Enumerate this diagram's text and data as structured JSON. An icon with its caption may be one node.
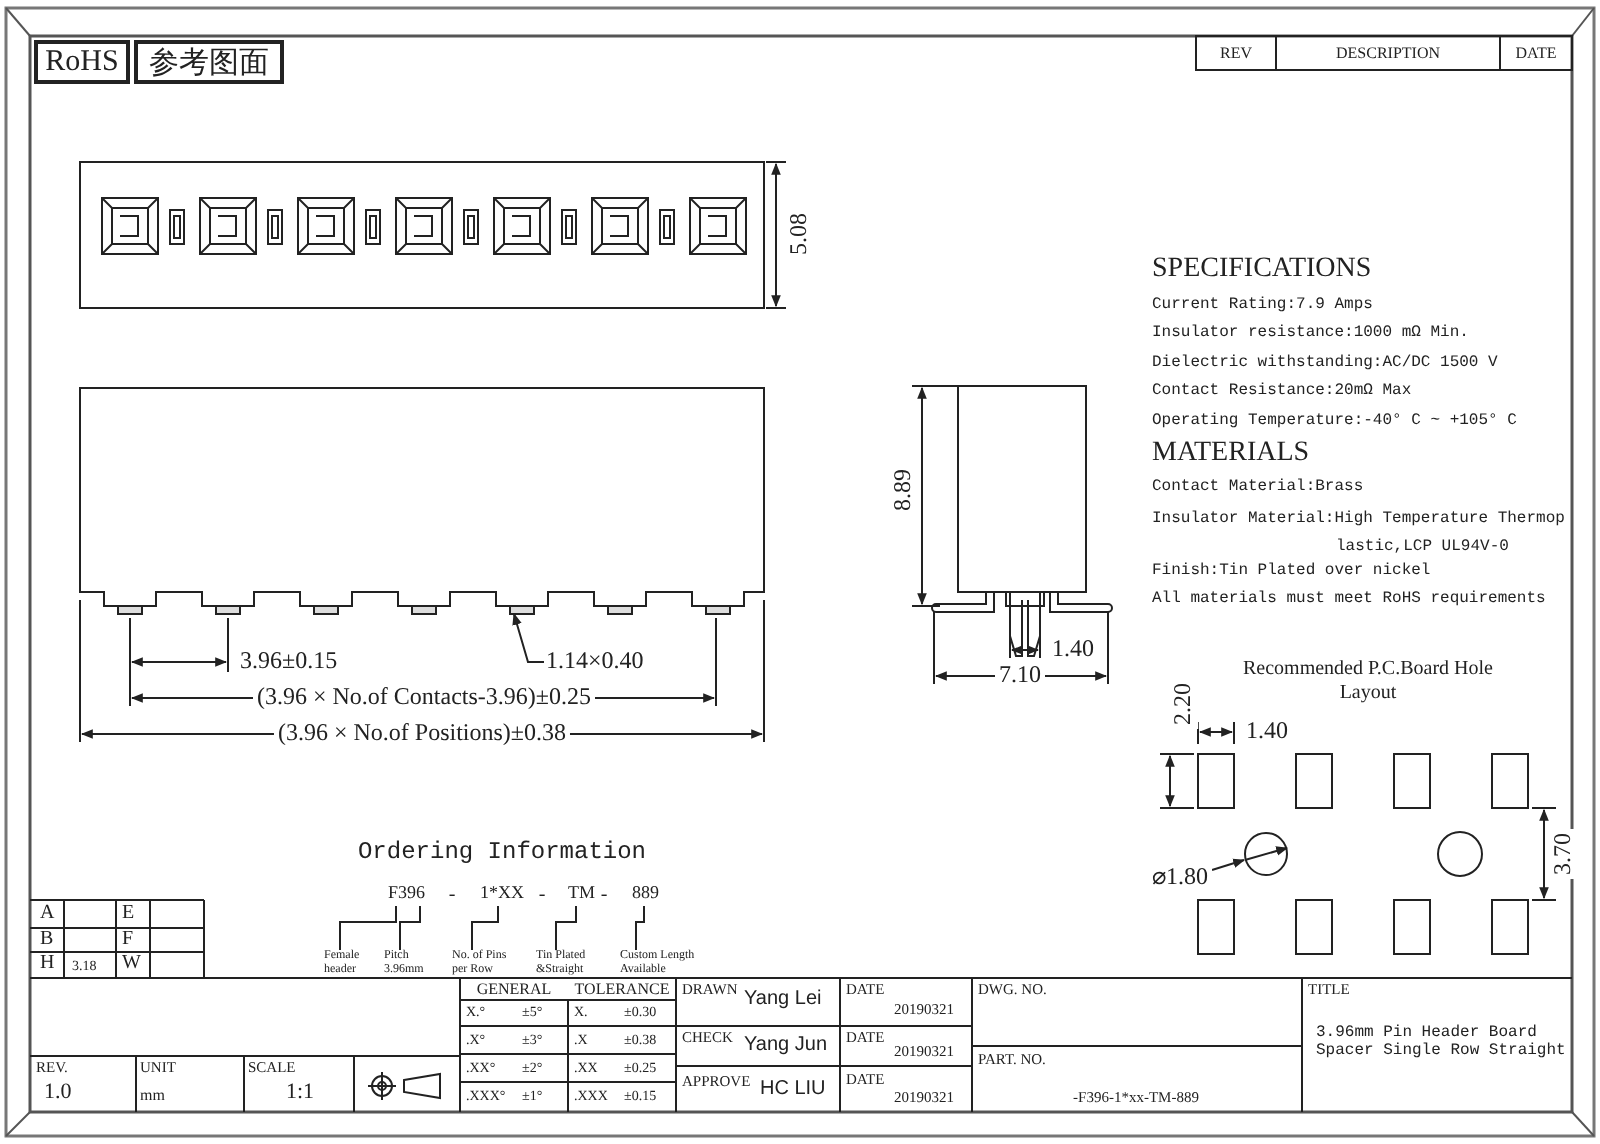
{
  "diagram": {
    "nodes": [
      {
        "text": [
          "1.14×0.40"
        ]
      },
      {
        "text": [
          "F396"
        ]
      },
      {
        "text": [
          "1*XX"
        ]
      },
      {
        "text": [
          "TM"
        ]
      },
      {
        "text": [
          "889"
        ]
      },
      {
        "text": [
          "Female header"
        ]
      },
      {
        "text": [
          "Pitch 3.96mm"
        ]
      },
      {
        "text": [
          "No. of Pins per Row"
        ]
      },
      {
        "text": [
          "Tin Plated &Straight"
        ]
      },
      {
        "text": [
          "Custom Length Available"
        ]
      },
      {
        "text": [
          "⌀1.80"
        ]
      },
      {
        "text": [],
        "shape": "circle"
      }
    ],
    "edges": [
      {
        "from": 0,
        "to": null,
        "arrow": "to"
      },
      {
        "from": 1,
        "to": 5,
        "arrow": "none"
      },
      {
        "from": 1,
        "to": 6,
        "arrow": "none"
      },
      {
        "from": 2,
        "to": 7,
        "arrow": "none"
      },
      {
        "from": 3,
        "to": 8,
        "arrow": "none"
      },
      {
        "from": 4,
        "to": 9,
        "arrow": "none"
      },
      {
        "from": 10,
        "to": 11,
        "arrow": "to"
      }
    ],
    "labels": [
      "RoHS",
      "参考图面",
      "REV",
      "DESCRIPTION",
      "DATE",
      "5.08",
      "SPECIFICATIONS",
      "Current Rating:7.9 Amps",
      "Insulator resistance:1000 mΩ Min.",
      "Dielectric withstanding:AC/DC 1500 V",
      "Contact Resistance:20mΩ Max",
      "Operating Temperature:-40° C ~ +105° C",
      "MATERIALS",
      "Contact Material:Brass",
      "Insulator Material:High Temperature Thermop lastic,LCP UL94V-0",
      "Finish:Tin Plated over nickel",
      "All materials must meet RoHS requirements",
      "8.89",
      "3.96±0.15",
      "(3.96 × No.of Contacts-3.96)±0.25",
      "(3.96 × No.of Positions)±0.38",
      "1.40",
      "7.10",
      "Recommended P.C.Board Hole Layout",
      "2.20",
      "1.40",
      "3.70",
      "Ordering Information",
      "-",
      "-",
      "-",
      "A",
      "E",
      "B",
      "F",
      "H",
      "3.18",
      "W",
      "GENERAL",
      "TOLERANCE",
      "X.°",
      "±5°",
      "X.",
      "±0.30",
      ".X°",
      "±3°",
      ".X",
      "±0.38",
      ".XX°",
      "±2°",
      ".XX",
      "±0.25",
      ".XXX°",
      "±1°",
      ".XXX",
      "±0.15",
      "DRAWN",
      "Yang Lei",
      "DATE",
      "20190321",
      "DWG. NO.",
      "TITLE",
      "CHECK",
      "Yang Jun",
      "DATE",
      "20190321",
      "PART. NO.",
      "3.96mm Pin Header Board Spacer Single Row Straight",
      "APPROVE",
      "HC LIU",
      "DATE",
      "20190321",
      "-F396-1*xx-TM-889",
      "REV.",
      "1.0",
      "UNIT",
      "mm",
      "SCALE",
      "1:1"
    ]
  }
}
